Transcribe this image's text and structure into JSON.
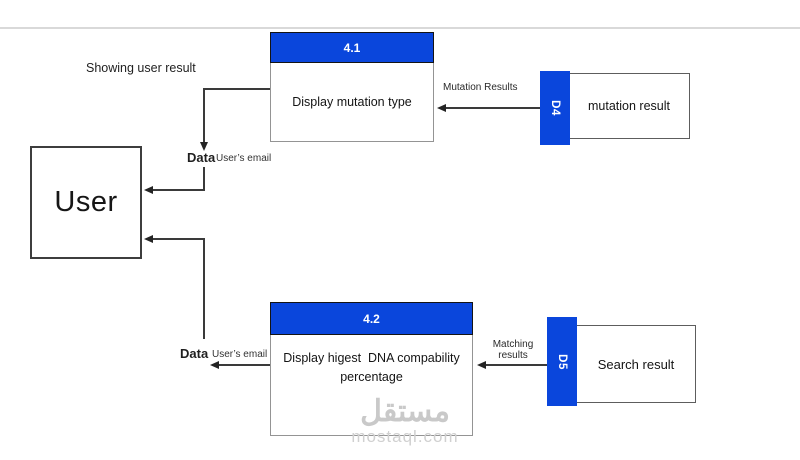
{
  "diagram": {
    "entity_user": "User",
    "process_41": {
      "id": "4.1",
      "label": "Display mutation type"
    },
    "process_42": {
      "id": "4.2",
      "line1": "Display higest  DNA compability",
      "line2": "percentage"
    },
    "store_d4": {
      "id": "D4",
      "label": "mutation result"
    },
    "store_d5": {
      "id": "D5",
      "label": "Search result"
    },
    "flow_labels": {
      "showing_user_result": "Showing user result",
      "mutation_results": "Mutation Results",
      "matching_line1": "Matching",
      "matching_line2": "results",
      "data_top": "Data",
      "users_email_top": "User’s email",
      "data_bottom": "Data",
      "users_email_bottom": "User’s email"
    },
    "colors": {
      "process_header_blue": "#0a46dc",
      "store_tab_blue": "#0a46dc",
      "line_color": "#3a3a3a",
      "divider_gray": "#d9d9d9"
    }
  },
  "watermark": {
    "arabic": "مستقل",
    "domain": "mostaql.com"
  }
}
